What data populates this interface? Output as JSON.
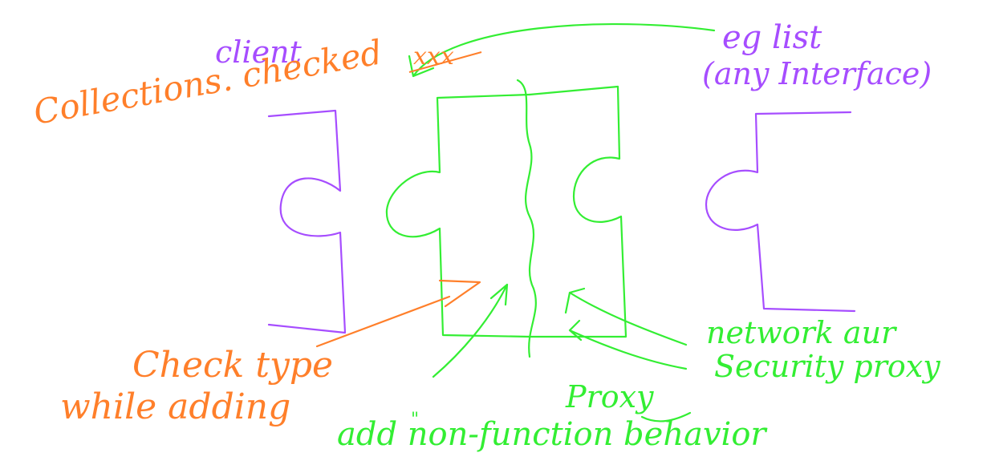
{
  "colors": {
    "purple": "#a64dff",
    "green": "#33ee33",
    "orange": "#ff7f2a",
    "background": "#ffffff"
  },
  "labels": {
    "client": "client",
    "collections_checked": "Collections. checked",
    "crossed": "xxx",
    "eg_list": "eg list",
    "any_interface": "(any Interface)",
    "check_type": "Check type",
    "while_adding": "while adding",
    "network_security": "network aur",
    "security_proxy": "Security proxy",
    "proxy": "Proxy",
    "add_non_function_behavior": "add non-function behavior",
    "mark": "\""
  }
}
